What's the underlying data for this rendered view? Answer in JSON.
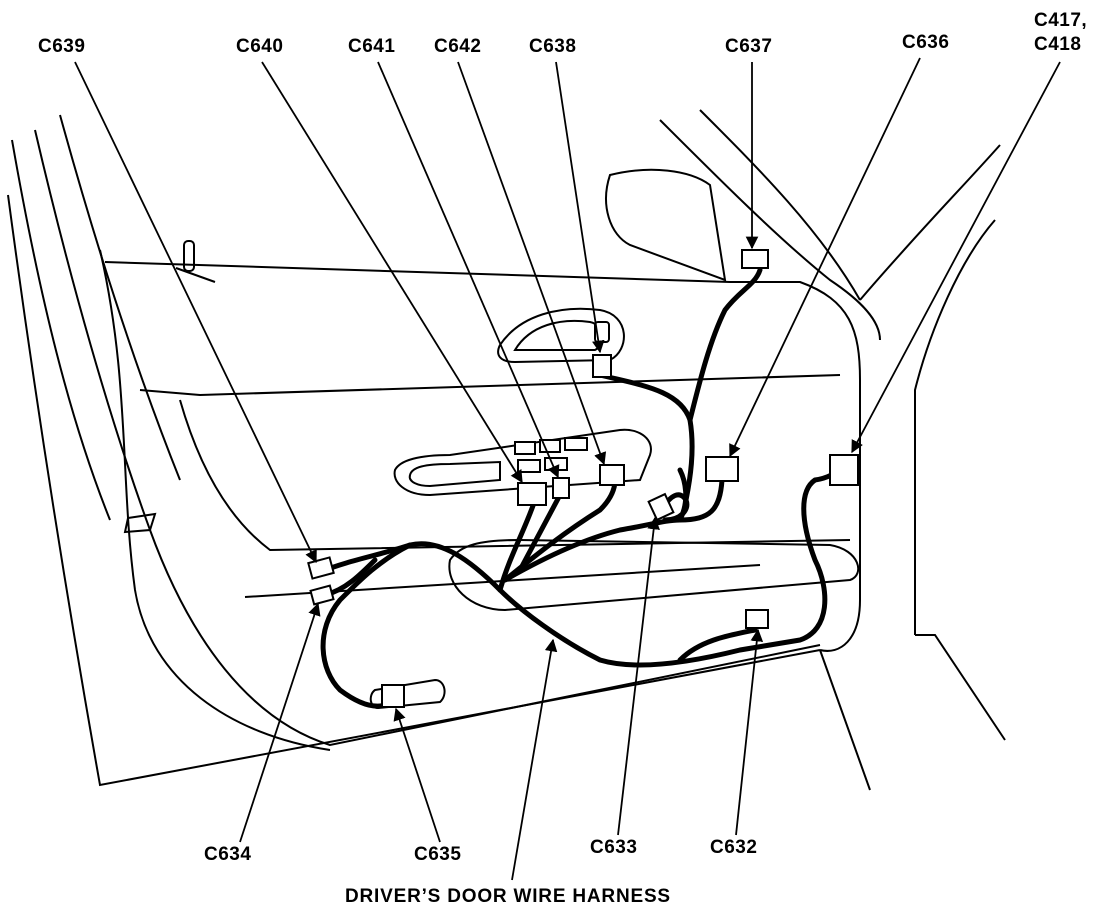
{
  "labels": {
    "c639": "C639",
    "c640": "C640",
    "c641": "C641",
    "c642": "C642",
    "c638": "C638",
    "c637": "C637",
    "c636": "C636",
    "c417_418_line1": "C417,",
    "c417_418_line2": "C418",
    "c634": "C634",
    "c635": "C635",
    "c633": "C633",
    "c632": "C632"
  },
  "caption": "DRIVER’S DOOR WIRE HARNESS"
}
